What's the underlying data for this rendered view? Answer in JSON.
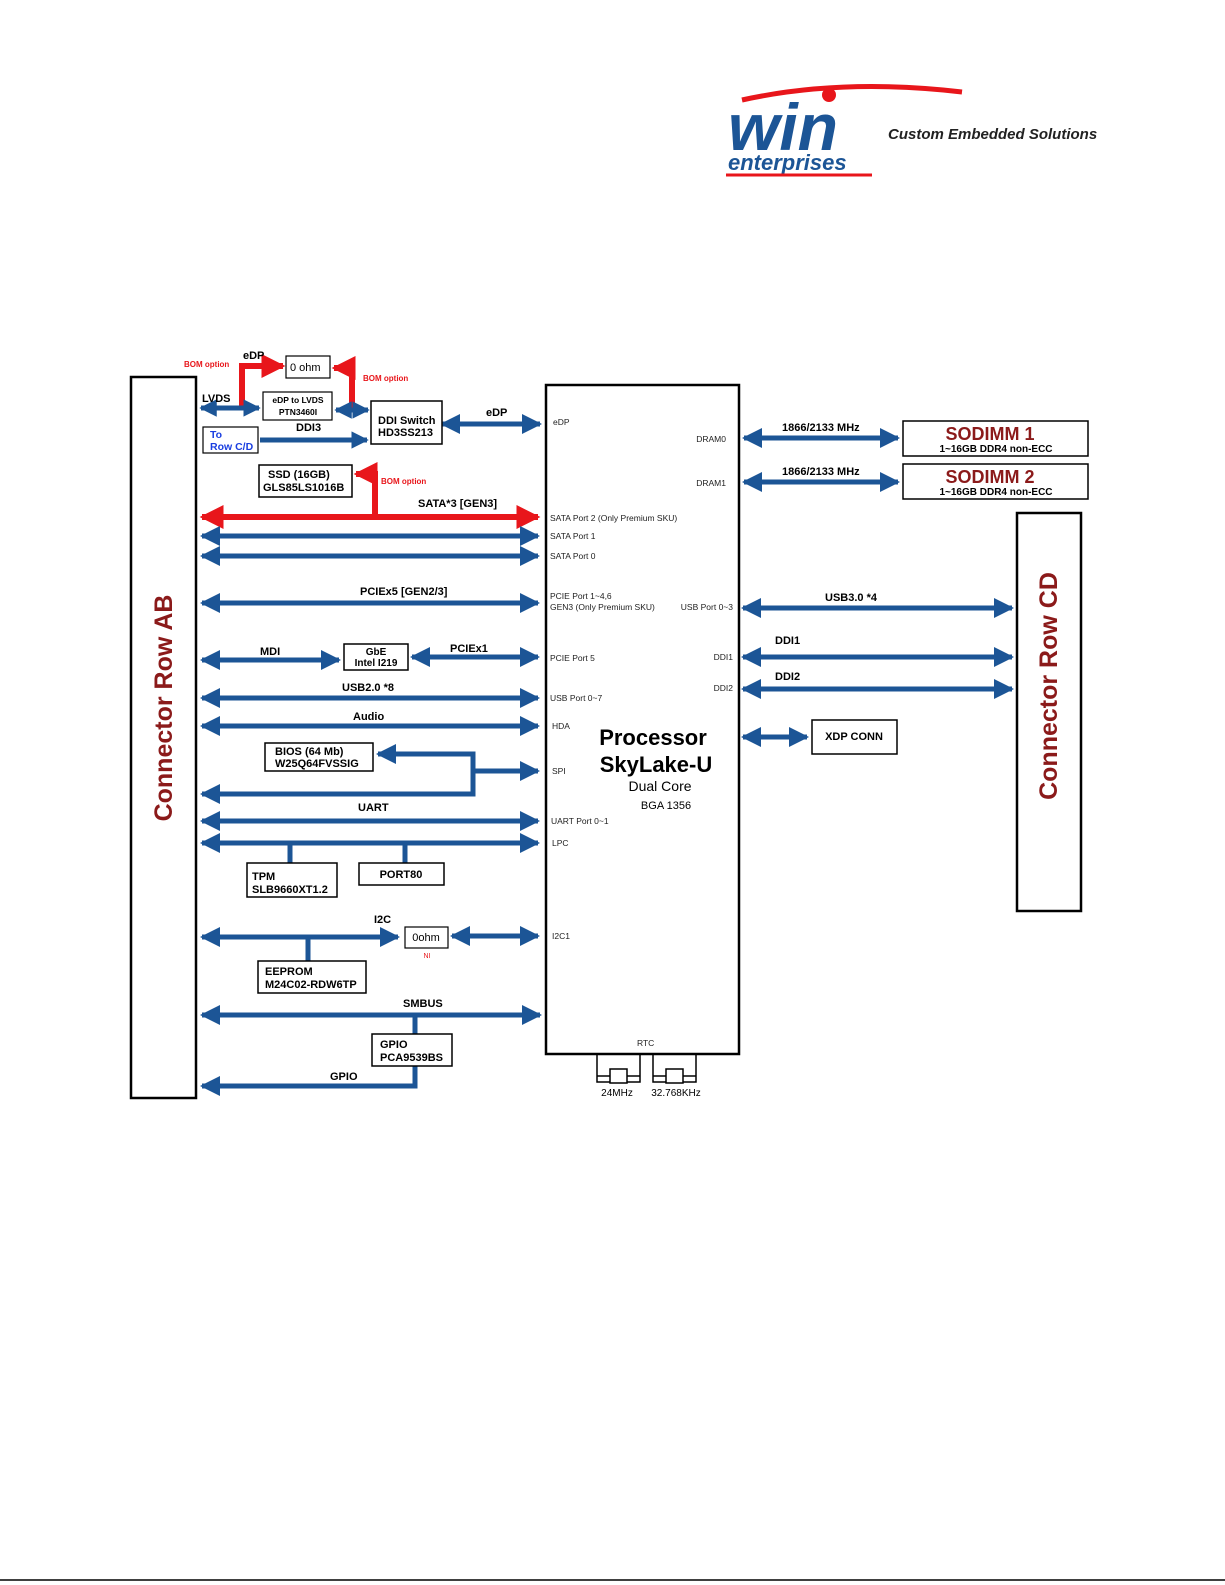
{
  "header": {
    "logo_word": "win",
    "logo_sub": "enterprises",
    "tagline": "Custom Embedded Solutions"
  },
  "colors": {
    "bus_blue": "#1c5596",
    "bom_red": "#e8161b",
    "dark_red": "#8b1a1a",
    "label_blue": "#1a3ee0"
  },
  "connectors": {
    "left": "Connector Row AB",
    "right": "Connector Row CD"
  },
  "processor": {
    "title1": "Processor",
    "title2": "SkyLake-U",
    "cores": "Dual Core",
    "package": "BGA 1356",
    "ports_left": {
      "edp": "eDP",
      "sata2": "SATA Port 2 (Only Premium SKU)",
      "sata1": "SATA Port 1",
      "sata0": "SATA Port 0",
      "pcie_a": "PCIE Port 1~4,6",
      "pcie_b": "GEN3 (Only Premium SKU)",
      "pcie5": "PCIE Port 5",
      "usb": "USB Port 0~7",
      "hda": "HDA",
      "spi": "SPI",
      "uart": "UART Port 0~1",
      "lpc": "LPC",
      "i2c": "I2C1",
      "rtc": "RTC"
    },
    "ports_right": {
      "dram0": "DRAM0",
      "dram1": "DRAM1",
      "usb3": "USB Port 0~3",
      "ddi1": "DDI1",
      "ddi2": "DDI2"
    }
  },
  "blocks": {
    "ohm": "0 ohm",
    "edp_lvds_1": "eDP to LVDS",
    "edp_lvds_2": "PTN3460I",
    "ddi_switch_1": "DDI Switch",
    "ddi_switch_2": "HD3SS213",
    "torow_1": "To",
    "torow_2": "Row C/D",
    "ssd_1": "SSD (16GB)",
    "ssd_2": "GLS85LS1016B",
    "gbe_1": "GbE",
    "gbe_2": "Intel I219",
    "bios_1": "BIOS (64 Mb)",
    "bios_2": "W25Q64FVSSIG",
    "tpm_1": "TPM",
    "tpm_2": "SLB9660XT1.2",
    "port80": "PORT80",
    "ohm2": "0ohm",
    "ni": "NI",
    "eeprom_1": "EEPROM",
    "eeprom_2": "M24C02-RDW6TP",
    "gpio_1": "GPIO",
    "gpio_2": "PCA9539BS",
    "xdp": "XDP CONN",
    "sodimm1_1": "SODIMM 1",
    "sodimm1_2": "1~16GB DDR4 non-ECC",
    "sodimm2_1": "SODIMM 2",
    "sodimm2_2": "1~16GB DDR4 non-ECC",
    "xtal1": "24MHz",
    "xtal2": "32.768KHz"
  },
  "buses": {
    "bom1": "BOM option",
    "bom2": "BOM option",
    "bom3": "BOM option",
    "edp_top": "eDP",
    "lvds": "LVDS",
    "ddi3": "DDI3",
    "edp_mid": "eDP",
    "sata": "SATA*3 [GEN3]",
    "pcie": "PCIEx5 [GEN2/3]",
    "mdi": "MDI",
    "pciex1": "PCIEx1",
    "usb2": "USB2.0 *8",
    "audio": "Audio",
    "uart": "UART",
    "i2c": "I2C",
    "smbus": "SMBUS",
    "gpio": "GPIO",
    "dram0": "1866/2133 MHz",
    "dram1": "1866/2133 MHz",
    "usb3": "USB3.0 *4",
    "ddi1": "DDI1",
    "ddi2": "DDI2"
  }
}
